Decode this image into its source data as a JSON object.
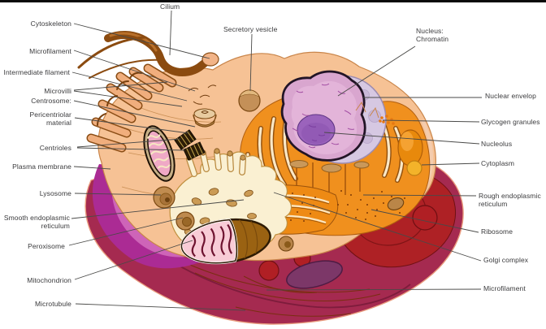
{
  "labels": {
    "cilium": "Cilium",
    "cytoskeleton": "Cytoskeleton",
    "microfilament_left": "Microfilament",
    "intermediate_filament": "Intermediate filament",
    "microvilli": "Microvilli",
    "centrosome": "Centrosome:",
    "pericentriolar_material": "Pericentriolar\nmaterial",
    "centrioles": "Centrioles",
    "plasma_membrane": "Plasma membrane",
    "lysosome": "Lysosome",
    "smooth_er": "Smooth endoplasmic\nreticulum",
    "peroxisome": "Peroxisome",
    "mitochondrion": "Mitochondrion",
    "microtubule": "Microtubule",
    "secretory_vesicle": "Secretory vesicle",
    "nucleus_chromatin": "Nucleus:\nChromatin",
    "nuclear_envelope": "Nuclear envelop",
    "glycogen_granules": "Glycogen granules",
    "nucleolus": "Nucleolus",
    "cytoplasm": "Cytoplasm",
    "rough_er": "Rough endoplasmic\nreticulum",
    "ribosome": "Ribosome",
    "golgi_complex": "Golgi complex",
    "microfilament_right": "Microfilament"
  },
  "palette": {
    "cytoplasm_peach": "#F6C295",
    "membrane_magenta": "#AB2B94",
    "cell_body_maroon": "#A52A50",
    "inner_dark_red": "#AE2125",
    "er_orange": "#F0901E",
    "golgi_orange": "#EE8A14",
    "chromatin_pink": "#D9A6CF",
    "nuclear_envelope_lavender": "#D6C8E2",
    "nucleolus_purple": "#9B63BC",
    "smooth_er_cream": "#FAF0D2",
    "cilium_brown": "#8B4B10",
    "label_text": "#3A3A3C",
    "leader_line": "#4A4A48"
  }
}
